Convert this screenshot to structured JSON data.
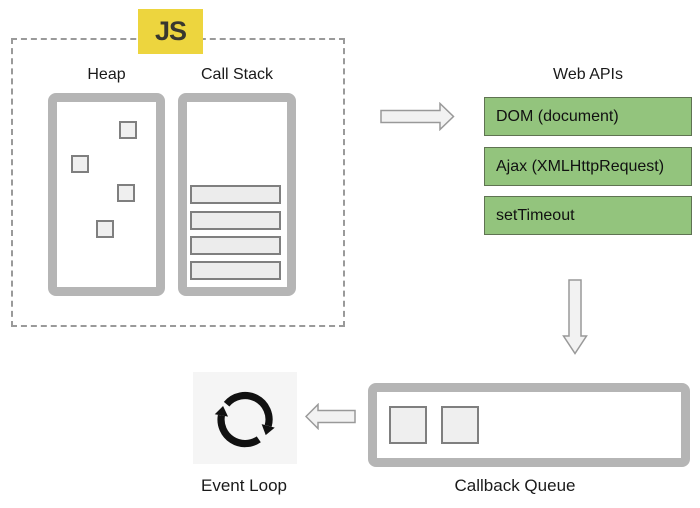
{
  "js_badge": {
    "label": "JS"
  },
  "runtime": {
    "heap": {
      "label": "Heap",
      "object_count": 4
    },
    "call_stack": {
      "label": "Call Stack",
      "frame_count": 4
    }
  },
  "web_apis": {
    "label": "Web APIs",
    "items": [
      "DOM (document)",
      "Ajax (XMLHttpRequest)",
      "setTimeout"
    ]
  },
  "callback_queue": {
    "label": "Callback Queue",
    "item_count": 2
  },
  "event_loop": {
    "label": "Event Loop"
  },
  "colors": {
    "js_yellow": "#edd53e",
    "api_green": "#93c47d",
    "api_border": "#5f7352",
    "container_gray": "#b5b5b5",
    "memory_fill": "#efefef",
    "memory_border": "#7f7f7f",
    "arrow_fill": "#f2f2f2",
    "arrow_border": "#999999",
    "dashed_border": "#9a9a9a",
    "event_loop_icon": "#111111"
  }
}
